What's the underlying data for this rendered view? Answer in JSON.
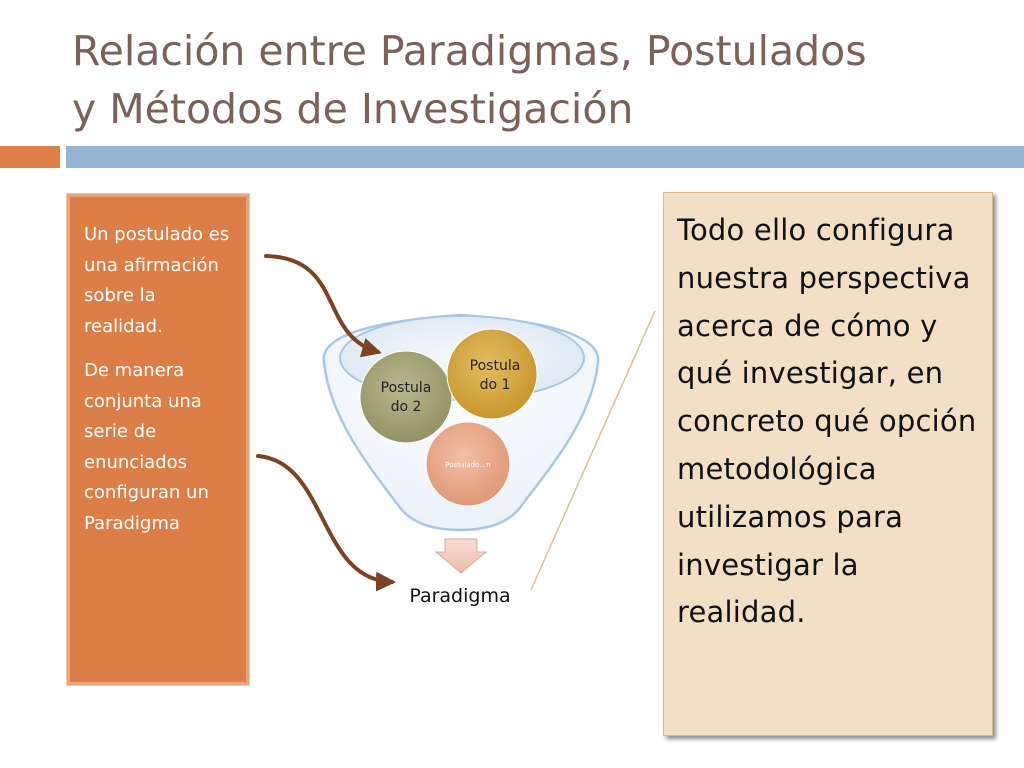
{
  "slide": {
    "title_line1": "Relación entre Paradigmas, Postulados",
    "title_line2": "y Métodos de Investigación",
    "accent_color": "#dd8047",
    "bar_color": "#94b6d2"
  },
  "left_box": {
    "paragraph1": "Un postulado es una afirmación sobre la realidad.",
    "paragraph2": "De manera conjunta una serie de enunciados configuran un Paradigma",
    "fill_color": "#dc7e47"
  },
  "funnel": {
    "circle1_label": [
      "Postula",
      "do 1"
    ],
    "circle2_label": [
      "Postula",
      "do 2"
    ],
    "circle3_label": "Postulado…n",
    "output_label": "Paradigma",
    "colors": {
      "circle1": "#d4a843",
      "circle2": "#a7a779",
      "circle3": "#eba98c",
      "funnel_outline": "#a9c7e3",
      "arrows": "#7b4324"
    }
  },
  "right_box": {
    "text": "Todo ello configura nuestra perspectiva acerca de cómo y qué investigar, en concreto qué opción metodológica utilizamos para investigar la realidad.",
    "fill_color": "#f2dfc5"
  }
}
